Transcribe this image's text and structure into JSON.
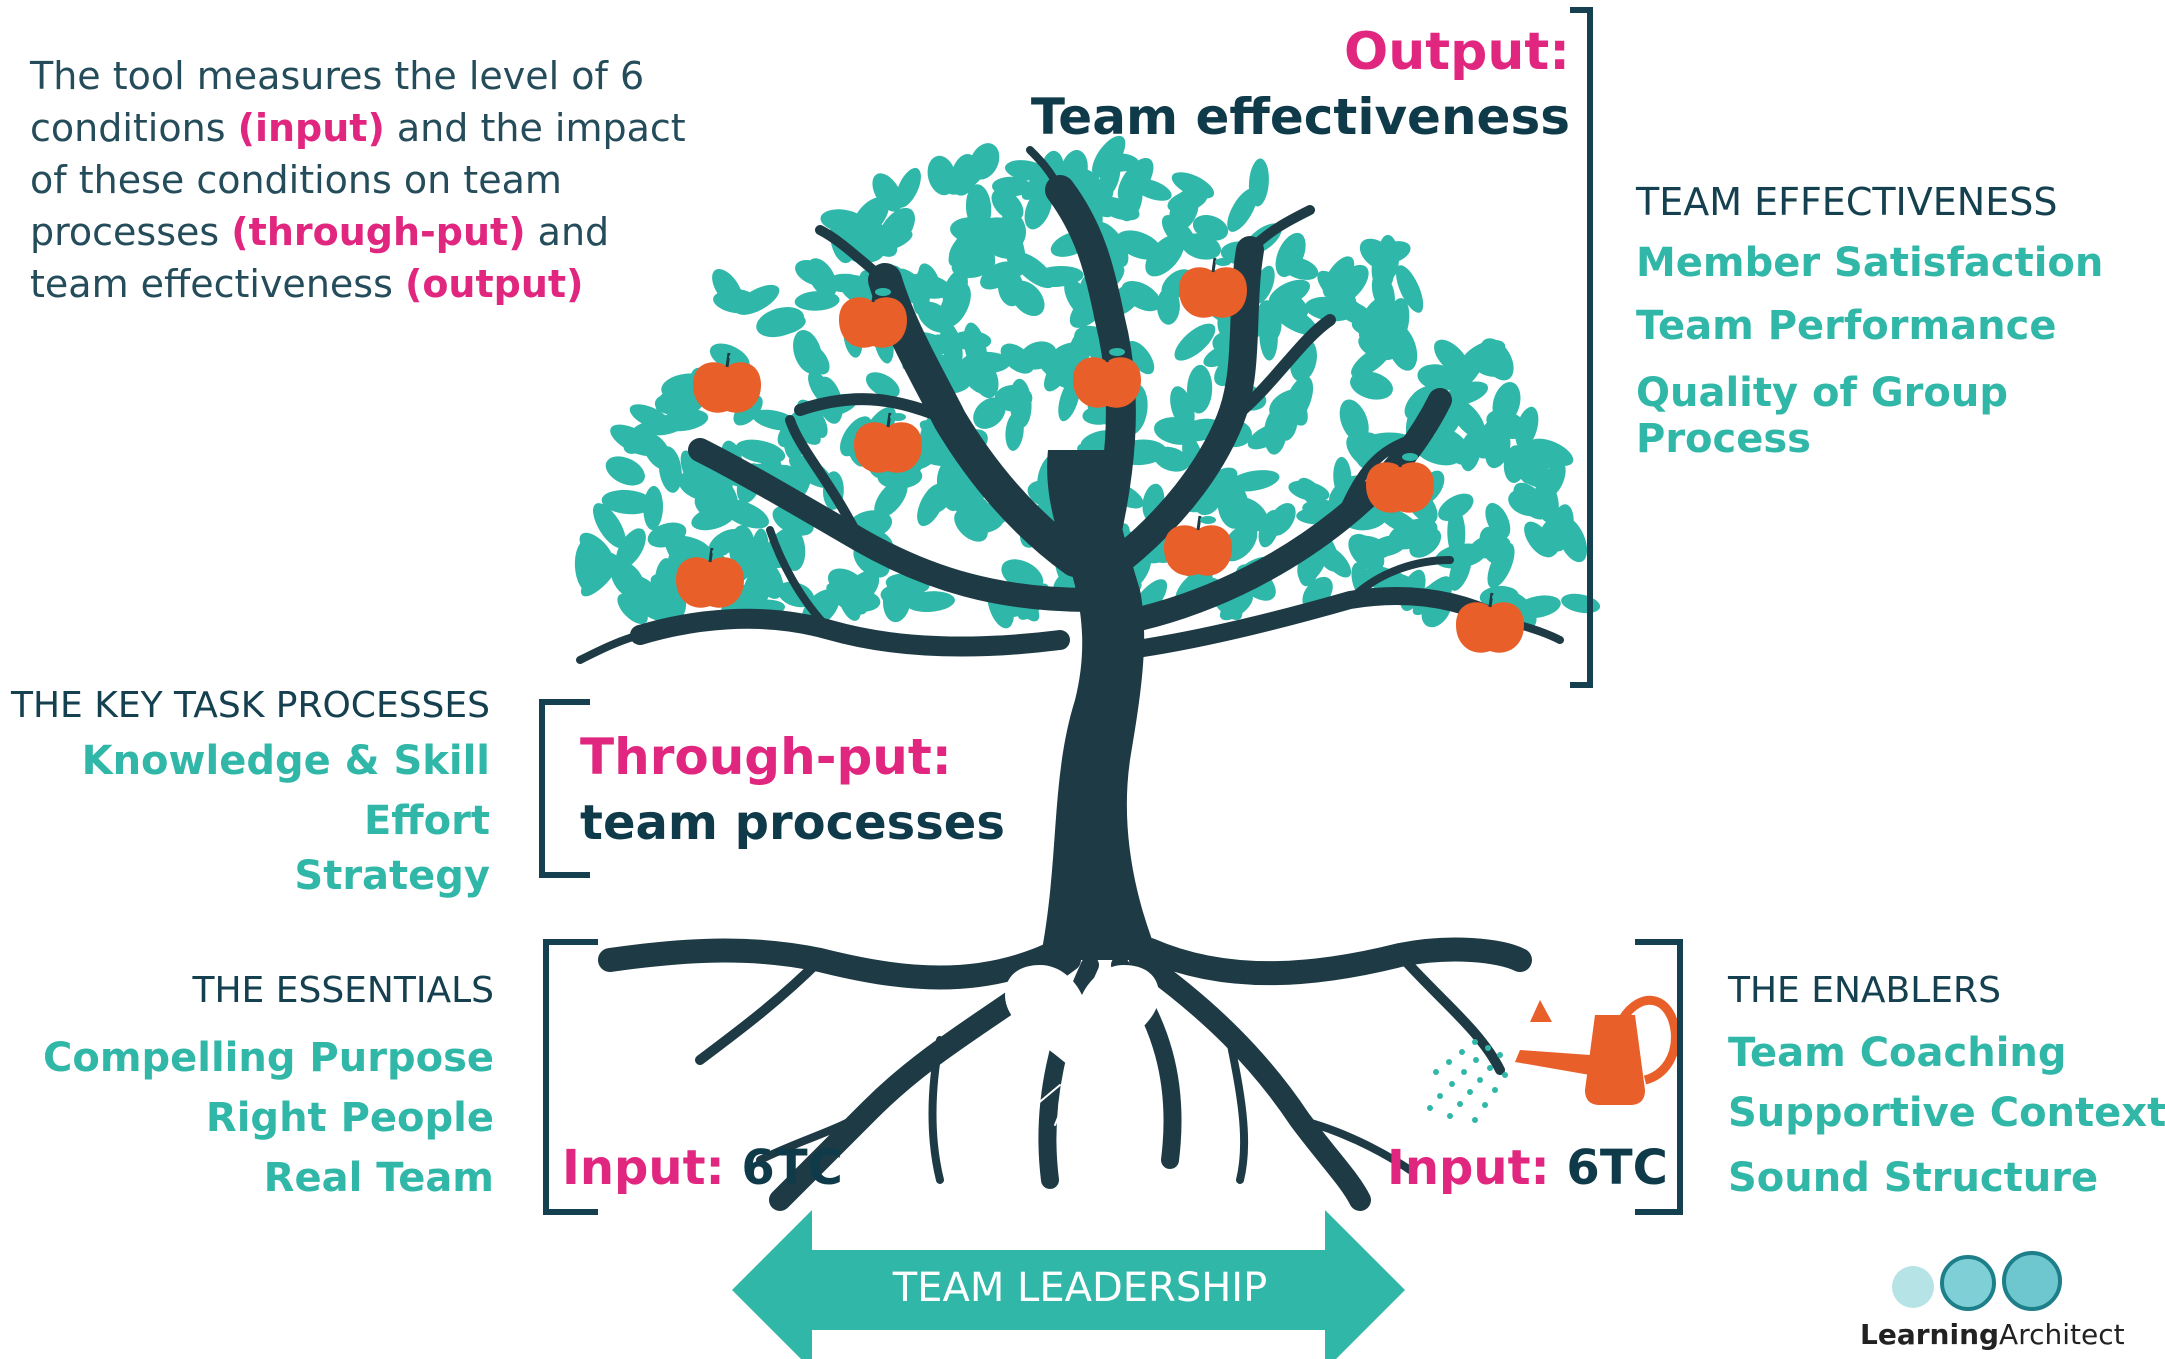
{
  "intro": {
    "line1": "The tool measures the level of 6",
    "line2a": "conditions ",
    "line2b": "(input)",
    "line2c": " and the impact",
    "line3": "of these conditions on team",
    "line4a": "processes ",
    "line4b": "(through-put)",
    "line4c": " and",
    "line5a": "team effectiveness ",
    "line5b": "(output)"
  },
  "output": {
    "label": "Output:",
    "title": "Team effectiveness"
  },
  "team_effectiveness": {
    "heading": "TEAM EFFECTIVENESS",
    "items": [
      "Member Satisfaction",
      "Team Performance",
      "Quality of Group Process"
    ]
  },
  "key_task_processes": {
    "heading": "THE KEY TASK PROCESSES",
    "items": [
      "Knowledge & Skill",
      "Effort",
      "Strategy"
    ]
  },
  "throughput": {
    "label": "Through-put:",
    "title": "team processes"
  },
  "essentials": {
    "heading": "THE ESSENTIALS",
    "items": [
      "Compelling Purpose",
      "Right People",
      "Real Team"
    ]
  },
  "enablers": {
    "heading": "THE ENABLERS",
    "items": [
      "Team Coaching",
      "Supportive Context",
      "Sound Structure"
    ]
  },
  "input_left": {
    "label": "Input:",
    "value": "6TC"
  },
  "input_right": {
    "label": "Input:",
    "value": "6TC"
  },
  "leadership": {
    "label": "TEAM LEADERSHIP"
  },
  "logo": {
    "bold": "Learning",
    "light": "Architect"
  },
  "colors": {
    "accent_pink": "#e0267f",
    "navy": "#0f3a4a",
    "teal": "#30b7a8",
    "tree": "#1e3b45",
    "apple": "#e85f2a",
    "leaf": "#2fb8a9"
  },
  "icons": [
    "tree-illustration",
    "apple-icon",
    "heart-icon",
    "watering-can-icon",
    "double-arrow-icon",
    "bracket-icon",
    "logo-circles-icon"
  ]
}
